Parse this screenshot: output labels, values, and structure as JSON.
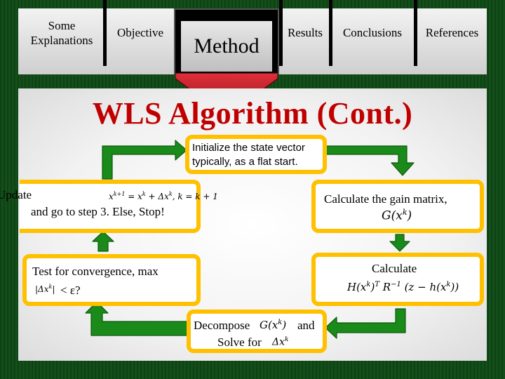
{
  "nav": {
    "items": [
      {
        "label_line1": "Some",
        "label_line2": "Explanations"
      },
      {
        "label": "Objective"
      },
      {
        "label": "Method",
        "active": true
      },
      {
        "label": "Results"
      },
      {
        "label": "Conclusions"
      },
      {
        "label": "References"
      }
    ]
  },
  "title": "WLS Algorithm (Cont.)",
  "steps": {
    "initialize": {
      "line1": "Initialize the state vector",
      "line2": "typically, as a flat start."
    },
    "gain": {
      "text": "Calculate the gain matrix,",
      "formula": "G(x^k)"
    },
    "calculate": {
      "text": "Calculate",
      "formula": "H(x^k)^T R^-1 (z − h(x^k))"
    },
    "decompose": {
      "text_a": "Decompose",
      "formula_a": "G(x^k)",
      "text_b": "and",
      "text_c": "Solve for",
      "formula_c": "Δx^k"
    },
    "test": {
      "text": "Test for convergence, max",
      "formula": "|Δx^k|",
      "suffix": "< ε?"
    },
    "update": {
      "text": "Update",
      "formula": "x^k+1 = x^k + Δx^k, k = k+1",
      "text2": "and go to step 3. Else, Stop!"
    }
  },
  "colors": {
    "background": "#0f4a16",
    "box_border": "#ffc000",
    "arrow": "#1a8a1a",
    "title": "#c00000",
    "method_arrow": "#c0202a"
  }
}
